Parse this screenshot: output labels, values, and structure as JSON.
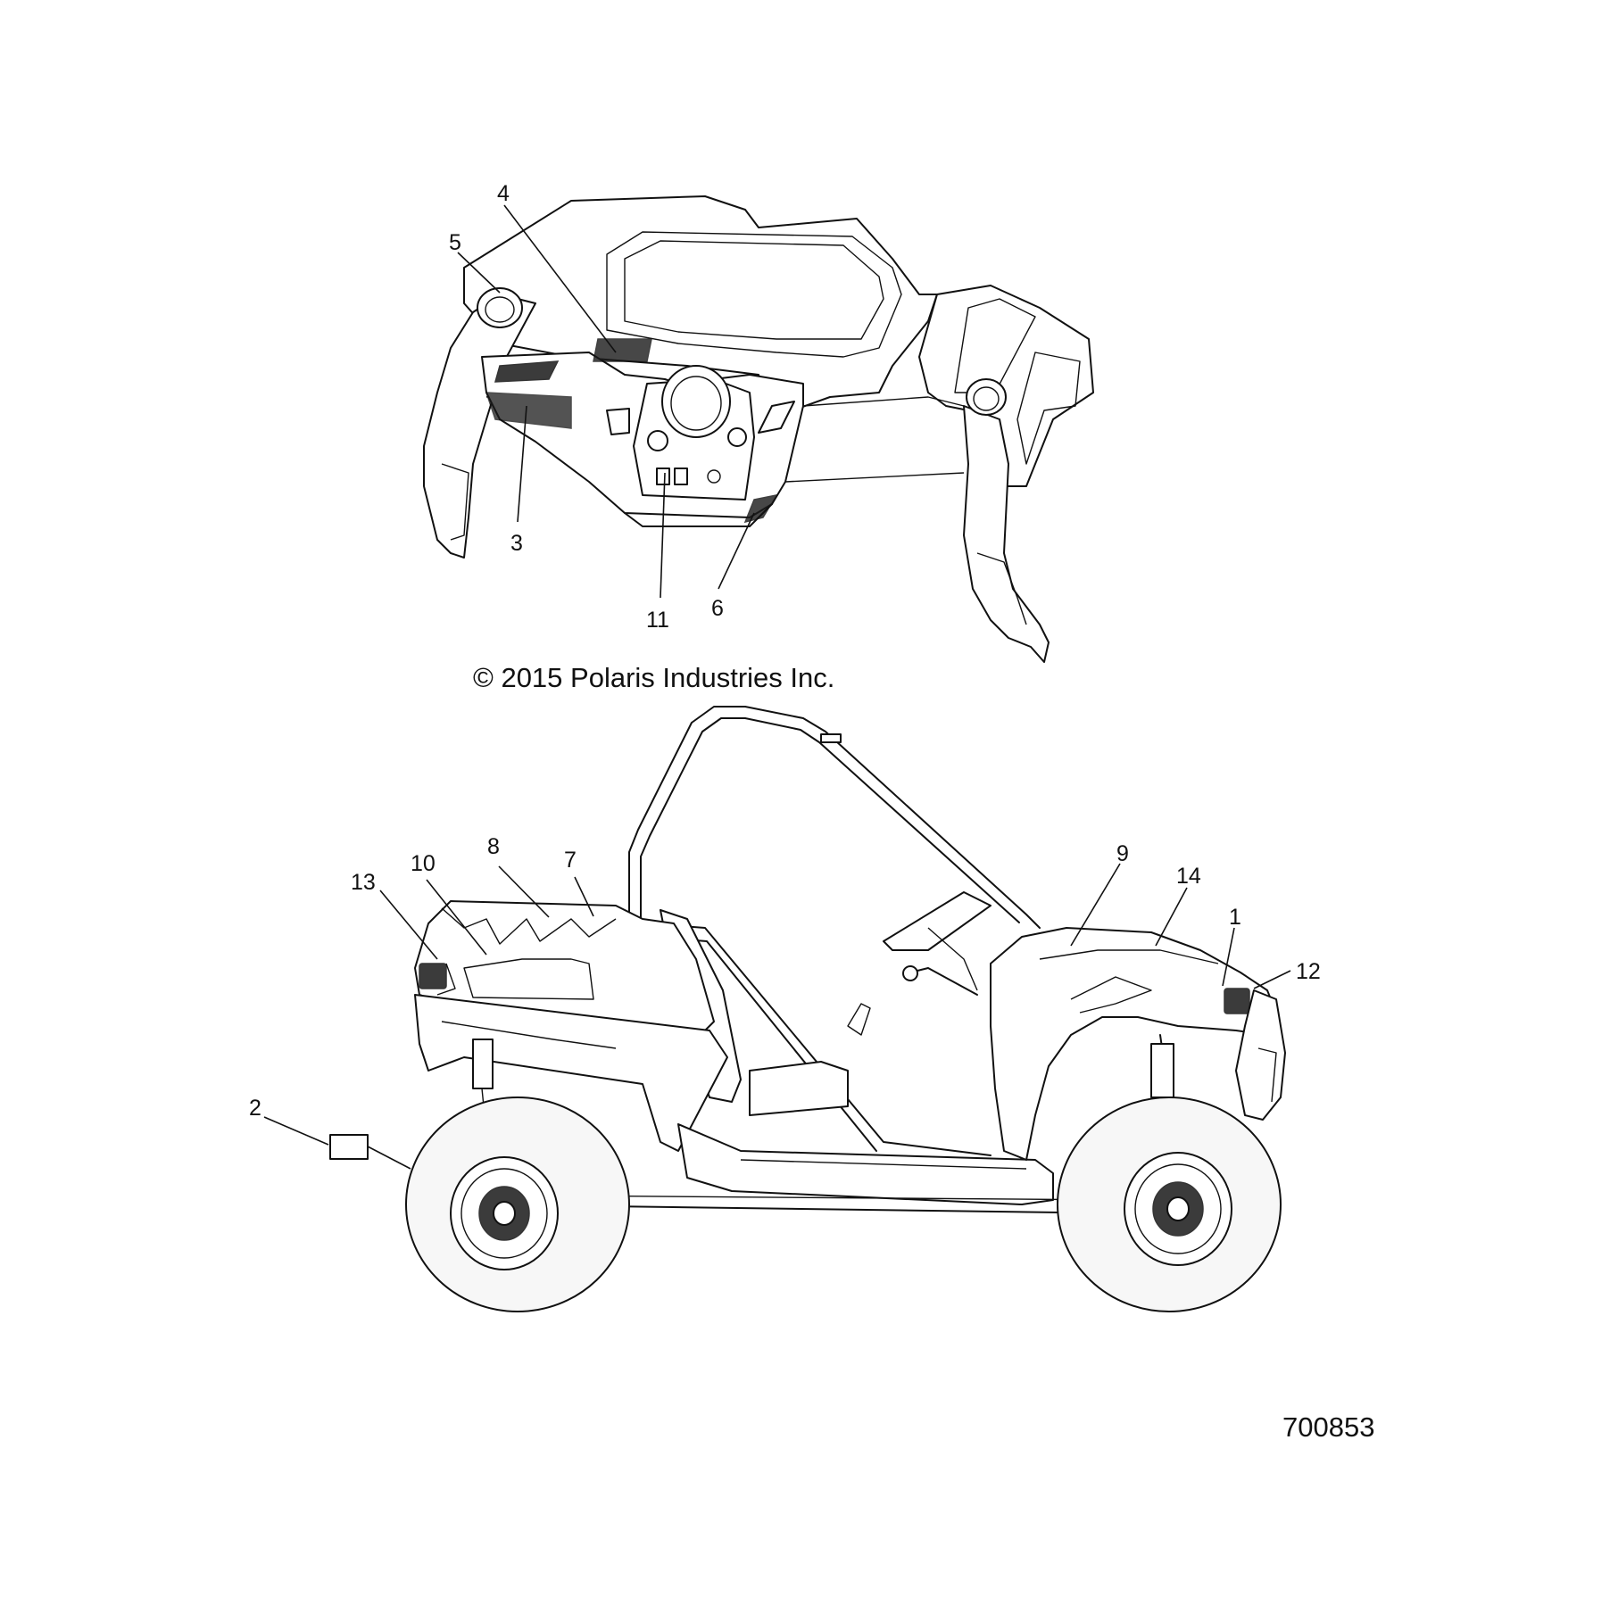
{
  "copyright": "© 2015 Polaris Industries Inc.",
  "drawing_number": "700853",
  "callouts": {
    "c1": "1",
    "c2": "2",
    "c3": "3",
    "c4": "4",
    "c5": "5",
    "c6": "6",
    "c7": "7",
    "c8": "8",
    "c9": "9",
    "c10": "10",
    "c11": "11",
    "c12": "12",
    "c13": "13",
    "c14": "14"
  }
}
